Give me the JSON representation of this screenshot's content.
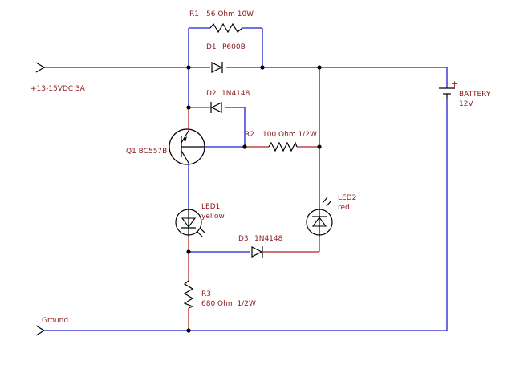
{
  "components": {
    "r1": {
      "ref": "R1",
      "value": "56 Ohm 10W"
    },
    "d1": {
      "ref": "D1",
      "value": "P600B"
    },
    "d2": {
      "ref": "D2",
      "value": "1N4148"
    },
    "r2": {
      "ref": "R2",
      "value": "100 Ohm 1/2W"
    },
    "q1": {
      "label": "Q1 BC557B"
    },
    "led1": {
      "ref": "LED1",
      "color": "yellow"
    },
    "led2": {
      "ref": "LED2",
      "color": "red"
    },
    "d3": {
      "ref": "D3",
      "value": "1N4148"
    },
    "r3": {
      "ref": "R3",
      "value": "680 Ohm 1/2W"
    },
    "battery": {
      "ref": "BATTERY",
      "value": "12V",
      "polarity": "+"
    }
  },
  "terminals": {
    "input": "+13-15VDC 3A",
    "ground": "Ground"
  },
  "colors": {
    "wire_primary": "#1f1fd0",
    "wire_secondary": "#b22222",
    "label": "#8b1a1a"
  }
}
